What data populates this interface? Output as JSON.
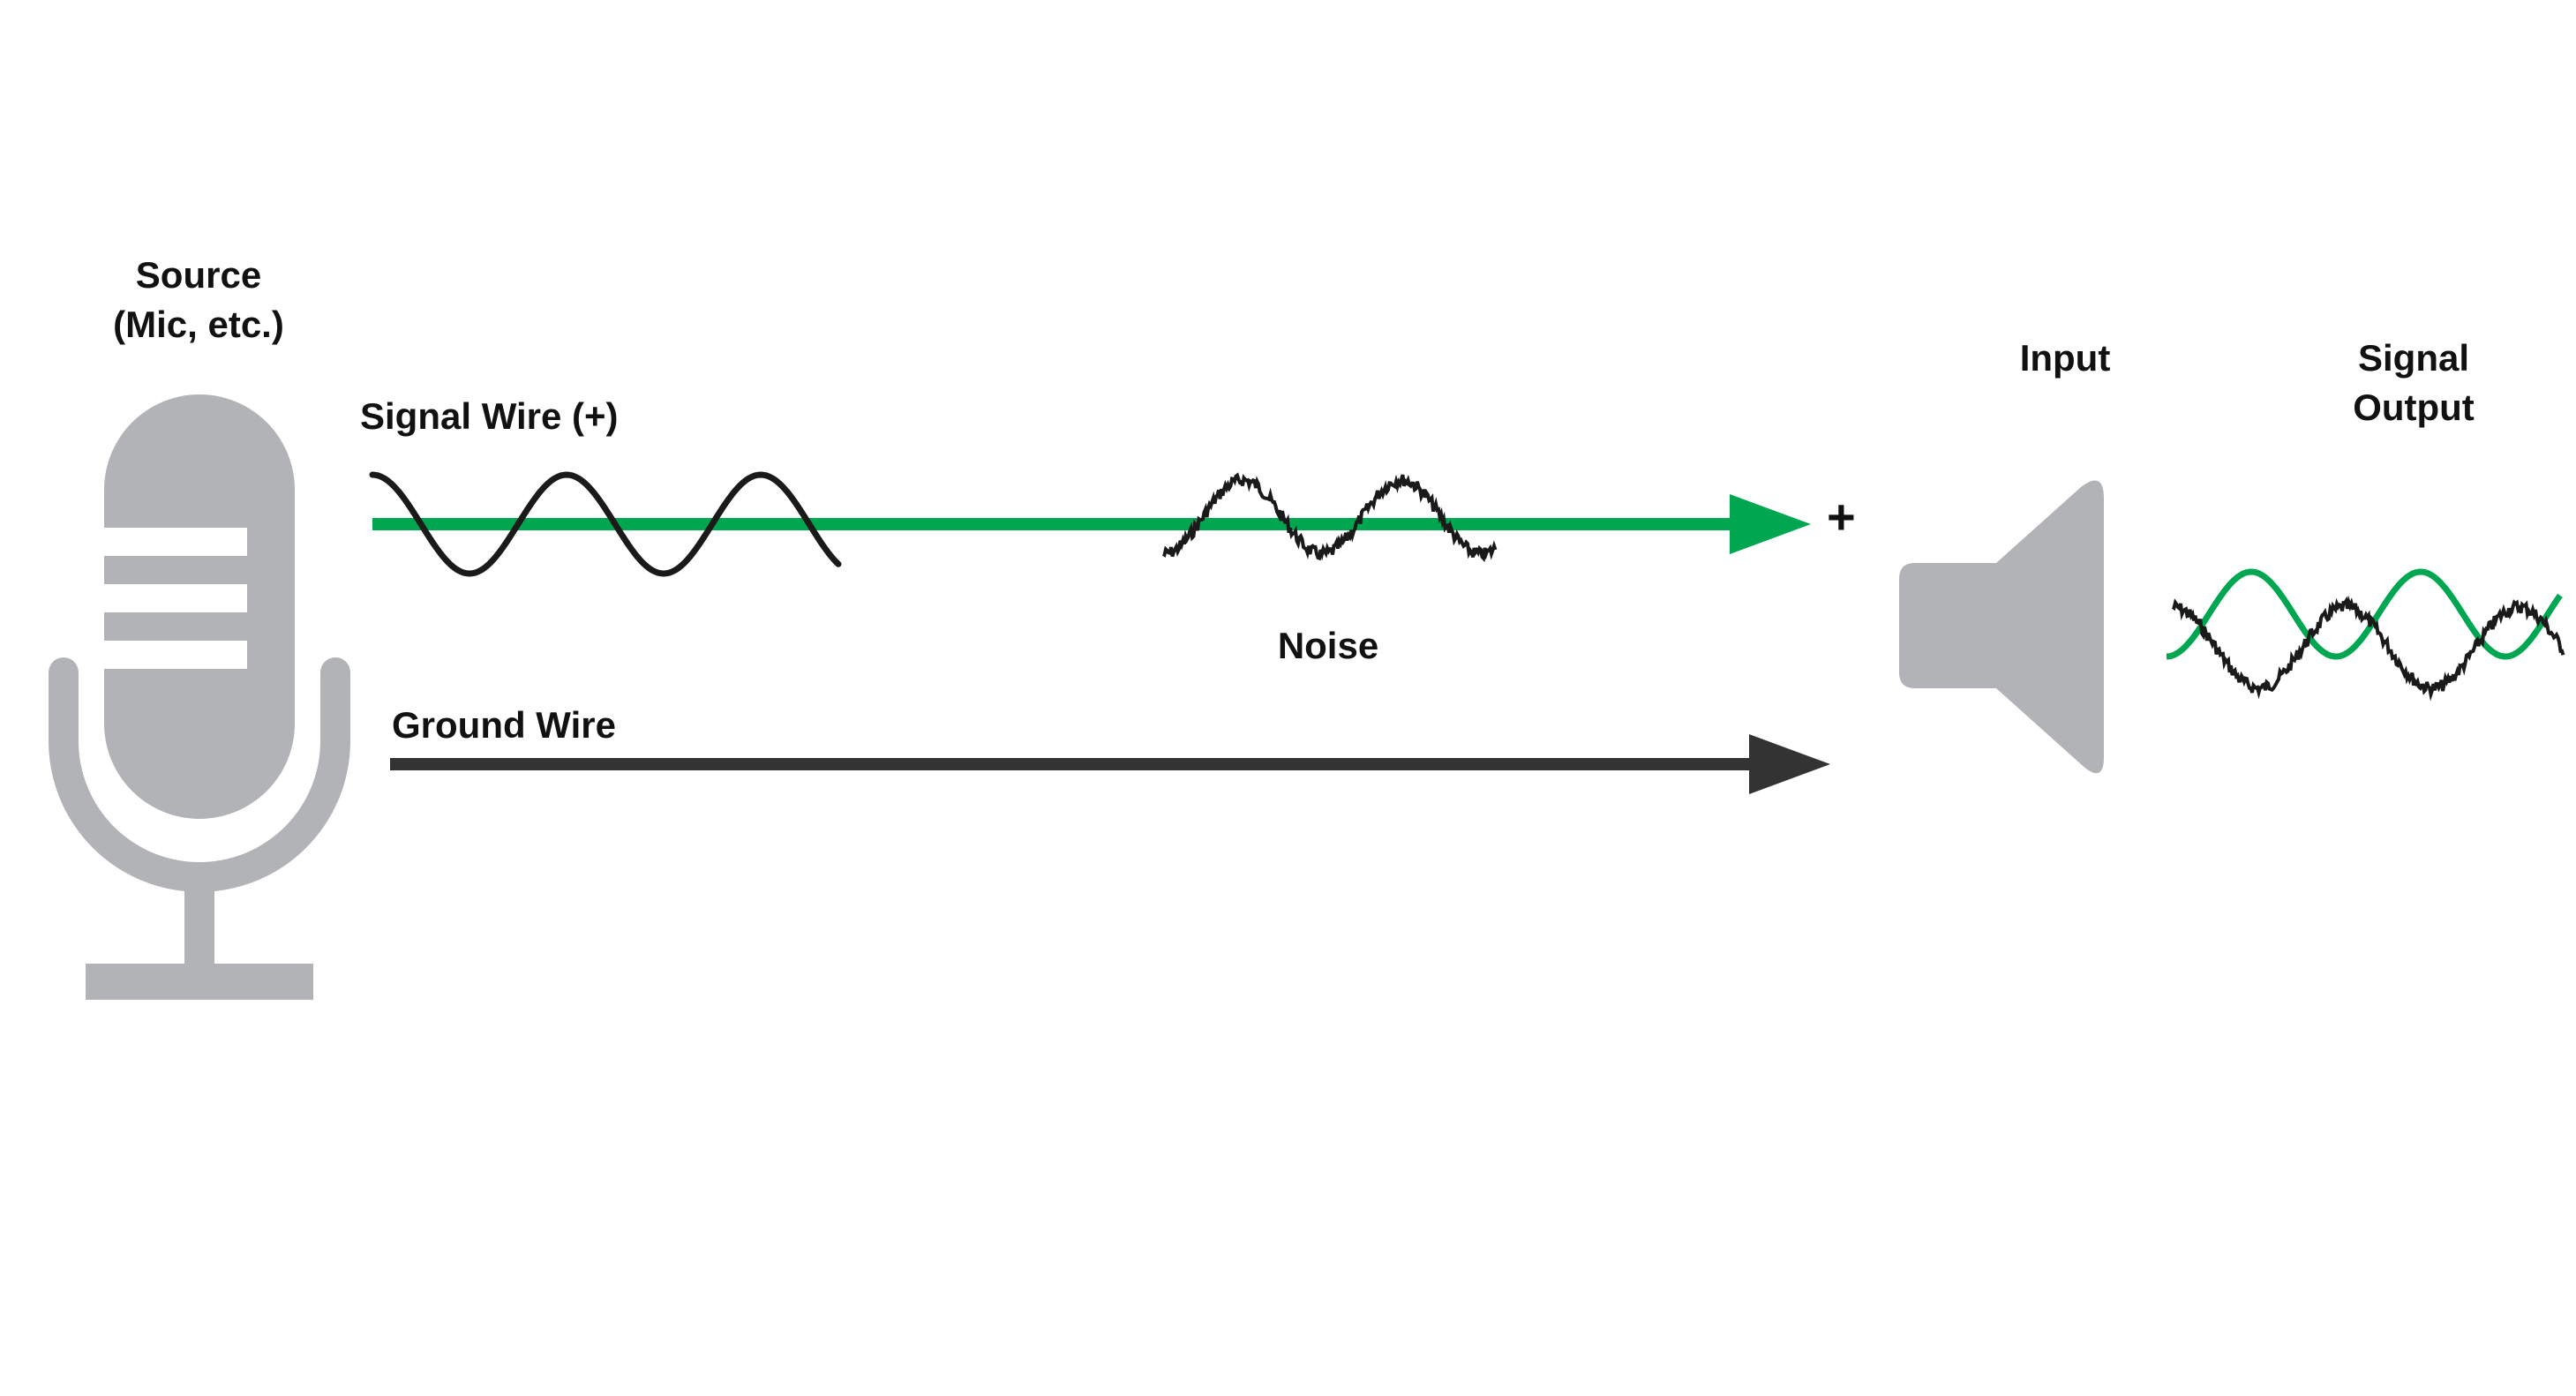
{
  "labels": {
    "source_line1": "Source",
    "source_line2": "(Mic, etc.)",
    "signal_wire": "Signal Wire (+)",
    "ground_wire": "Ground Wire",
    "noise": "Noise",
    "input": "Input",
    "output_line1": "Signal",
    "output_line2": "Output",
    "plus": "+"
  },
  "colors": {
    "signal_wire": "#00a650",
    "ground_wire": "#333333",
    "device_gray": "#b1b3b6",
    "wave_black": "#1a1a1a",
    "output_wave": "#00a650"
  },
  "icons": {
    "source": "microphone-icon",
    "input": "speaker-icon"
  }
}
